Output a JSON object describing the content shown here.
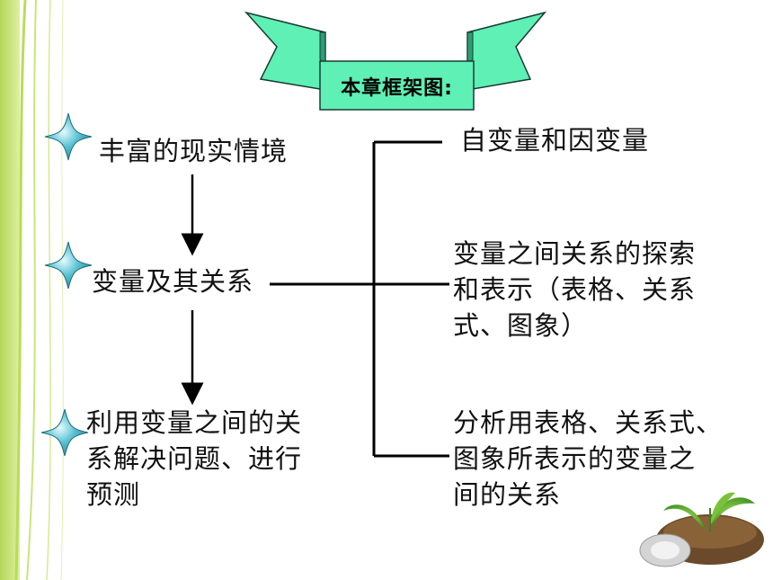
{
  "title": "本章框架图:",
  "left_nodes": [
    {
      "text": "丰富的现实情境"
    },
    {
      "text": "变量及其关系"
    },
    {
      "text": "利用变量之间的关\n系解决问题、进行\n预测"
    }
  ],
  "right_nodes": [
    {
      "text": "自变量和因变量"
    },
    {
      "text": "变量之间关系的探索\n和表示（表格、关系\n式、图象）"
    },
    {
      "text": "分析用表格、关系式、\n图象所表示的变量之\n间的关系"
    }
  ],
  "colors": {
    "banner_fill": "#5ef0b4",
    "banner_stroke": "#1a3a33",
    "star_fill": "#3aa7b8",
    "star_highlight": "#d9f6fa",
    "green_stripe": "#b7d94a",
    "line": "#000000"
  }
}
